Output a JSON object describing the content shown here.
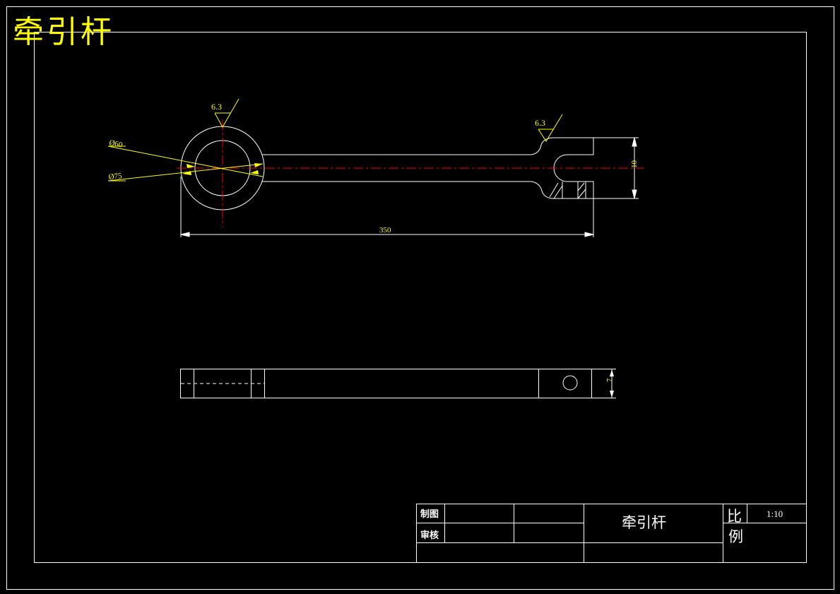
{
  "drawing": {
    "title_overlay": "牵引杆",
    "colors": {
      "background": "#000000",
      "outline": "#ffffff",
      "centerline": "#ff0000",
      "annotation": "#ffff00"
    },
    "annotations": {
      "roughness_left": "6.3",
      "roughness_right": "6.3",
      "dia_outer": "Ø60",
      "dia_inner": "Ø75",
      "length": "350",
      "height_fork": "10",
      "thickness": "7"
    },
    "title_block": {
      "drawn_label": "制图",
      "checked_label": "审核",
      "part_name": "牵引杆",
      "scale_label_1": "比",
      "scale_label_2": "例",
      "scale_value": "1:10"
    }
  }
}
